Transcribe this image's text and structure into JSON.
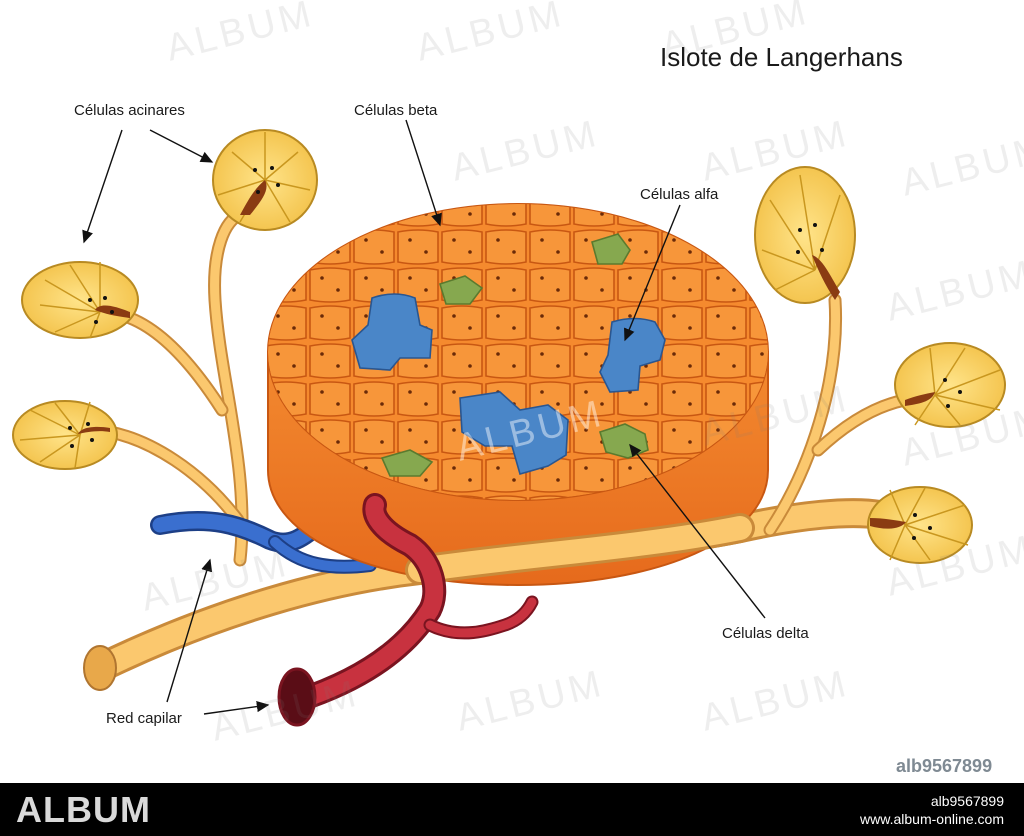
{
  "diagram": {
    "title": "Islote de Langerhans",
    "labels": {
      "acinar": "Células acinares",
      "beta": "Células beta",
      "alpha": "Células alfa",
      "delta": "Células delta",
      "capillary": "Red capilar"
    }
  },
  "image_id": "alb9567899",
  "footer": {
    "logo": "ALBUM",
    "image_id": "alb9567899",
    "url": "www.album-online.com"
  },
  "watermark": {
    "text": "ALBUM"
  },
  "colors": {
    "beta_cells": "#f07f28",
    "alpha_cells": "#4a86c8",
    "delta_cells": "#7fa24a",
    "acinar_cells": "#f8cf5a",
    "duct": "#f5c468",
    "artery": "#c4303a",
    "vein": "#2a5fb8"
  }
}
